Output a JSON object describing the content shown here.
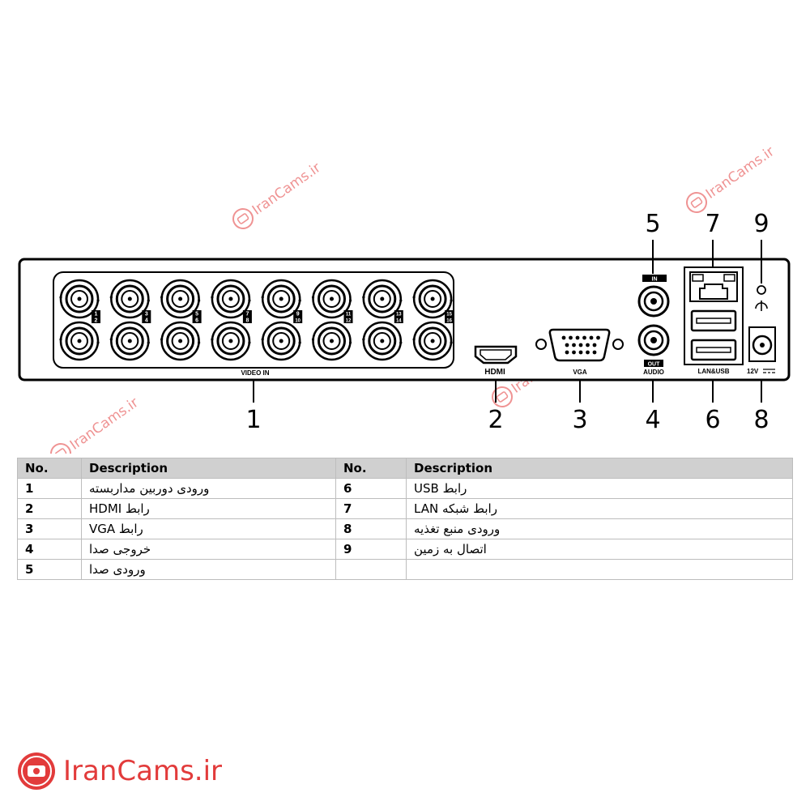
{
  "callouts": [
    {
      "id": "1",
      "kind": "bottom"
    },
    {
      "id": "2",
      "kind": "bottom"
    },
    {
      "id": "3",
      "kind": "bottom"
    },
    {
      "id": "4",
      "kind": "bottom"
    },
    {
      "id": "5",
      "kind": "top"
    },
    {
      "id": "6",
      "kind": "bottom"
    },
    {
      "id": "7",
      "kind": "top"
    },
    {
      "id": "8",
      "kind": "bottom"
    },
    {
      "id": "9",
      "kind": "top"
    }
  ],
  "panel": {
    "video_in_label": "VIDEO IN",
    "bnc_labels": [
      "1",
      "2",
      "3",
      "4",
      "5",
      "6",
      "7",
      "8",
      "9",
      "10",
      "11",
      "12",
      "13",
      "14",
      "15",
      "16"
    ],
    "hdmi_label": "HDMI",
    "vga_label": "VGA",
    "audio_in_label": "IN",
    "audio_out_label": "OUT",
    "audio_label": "AUDIO",
    "lan_usb_label": "LAN&USB",
    "power_label": "12V"
  },
  "table": {
    "headers": [
      "No.",
      "Description",
      "No.",
      "Description"
    ],
    "rows": [
      [
        "1",
        "ورودی دوربین مداربسته",
        "6",
        "رابط USB"
      ],
      [
        "2",
        "رابط HDMI",
        "7",
        "رابط شبکه LAN"
      ],
      [
        "3",
        "رابط VGA",
        "8",
        "ورودی منبع تغذیه"
      ],
      [
        "4",
        "خروجی صدا",
        "9",
        "اتصال به زمین"
      ],
      [
        "5",
        "ورودی صدا",
        "",
        ""
      ]
    ]
  },
  "watermark": {
    "brand": "IranCams.ir",
    "color": "#e23b3b"
  }
}
